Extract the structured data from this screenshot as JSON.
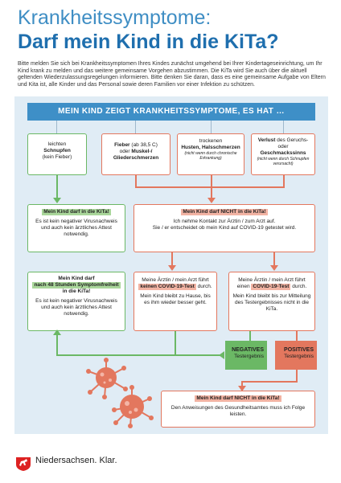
{
  "title_line1": "Krankheitssymptome:",
  "title_line2": "Darf mein Kind in die KiTa?",
  "intro": "Bitte melden Sie sich bei Krankheitssymptomen Ihres Kindes zunächst umgehend bei Ihrer Kindertageseinrichtung, um Ihr Kind krank zu melden und das weitere gemeinsame Vorgehen abzustimmen. Die KiTa wird Sie auch über die aktuell geltenden Wiederzulassungsregelungen informieren. Bitte denken Sie daran, dass es eine gemeinsame Aufgabe von Eltern und Kita ist, alle Kinder und das Personal sowie deren Familien vor einer Infektion zu schützen.",
  "header": "MEIN KIND ZEIGT KRANKHEITSSYMPTOME, ES HAT …",
  "symptoms": {
    "s1_pre": "leichten",
    "s1_bold": "Schnupfen",
    "s1_post": "(kein Fieber)",
    "s2_bold1": "Fieber",
    "s2_mid1": " (ab 38,5 C)",
    "s2_mid2": "oder ",
    "s2_bold2": "Muskel-/ Gliederschmerzen",
    "s3_pre": "trockenen",
    "s3_bold": "Husten, Halsschmerzen",
    "s3_note": "(nicht wenn durch chronische Erkrankung)",
    "s4_bold1": "Verlust",
    "s4_mid": " des Geruchs- oder ",
    "s4_bold2": "Geschmackssinns",
    "s4_note": "(nicht wenn durch Schnupfen verursacht)"
  },
  "box_allowed": {
    "title": "Mein Kind darf in die KiTa!",
    "text": "Es ist kein negativer Virusnachweis und auch kein ärztliches Attest notwendig."
  },
  "box_not_allowed": {
    "title": "Mein Kind darf NICHT in die KiTa!",
    "text1": "Ich nehme Kontakt zur Ärztin / zum Arzt auf.",
    "text2": "Sie / er entscheidet ob mein Kind auf COVID-19 getestet wird."
  },
  "box_48h": {
    "line1": "Mein Kind darf",
    "highlight": "nach 48 Stunden Symptomfreiheit",
    "line2": "in die KiTa!",
    "text": "Es ist kein negativer Virusnachweis und auch kein ärztliches Attest notwendig."
  },
  "box_no_test": {
    "pre": "Meine Ärztin / mein Arzt führt",
    "highlight": "keinen COVID-19-Test",
    "post": " durch.",
    "text": "Mein Kind bleibt zu Hause, bis es ihm wieder besser geht."
  },
  "box_test": {
    "pre": "Meine Ärztin / mein Arzt führt einen ",
    "highlight": "COVID-19-Test",
    "post": " durch.",
    "text": "Mein Kind bleibt bis zur Mitteilung des Testergebnisses nicht in die KiTa."
  },
  "negative": {
    "title": "NEGATIVES",
    "sub": "Testergebnis"
  },
  "positive": {
    "title": "POSITIVES",
    "sub": "Testergebnis"
  },
  "box_final": {
    "title": "Mein Kind darf NICHT in die KiTa!",
    "text": "Den Anweisungen des Gesundheitsamtes muss ich Folge leisten."
  },
  "footer": {
    "brand": "Niedersachsen",
    "suffix": ". Klar."
  },
  "colors": {
    "blue": "#3e8fc7",
    "green": "#6bb865",
    "red": "#e3775e",
    "panel": "#e0ecf5"
  }
}
